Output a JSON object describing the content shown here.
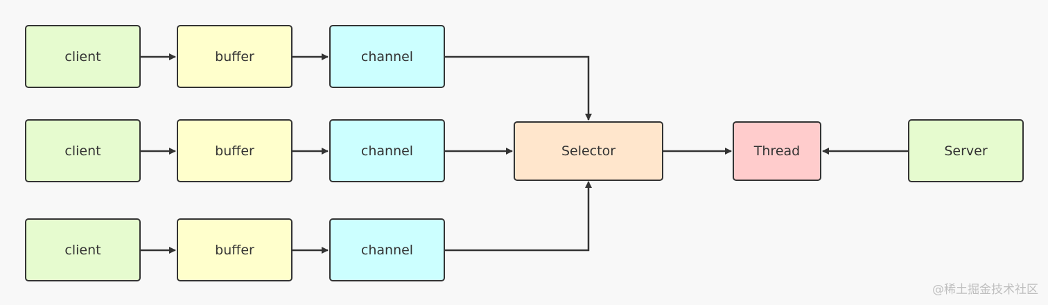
{
  "colors": {
    "client": "#e6fbcf",
    "buffer": "#ffffcc",
    "channel": "#ccffff",
    "selector": "#ffe6cc",
    "thread": "#ffcccc",
    "server": "#e6fbcf",
    "stroke": "#333333"
  },
  "rows": [
    {
      "client": "client",
      "buffer": "buffer",
      "channel": "channel"
    },
    {
      "client": "client",
      "buffer": "buffer",
      "channel": "channel"
    },
    {
      "client": "client",
      "buffer": "buffer",
      "channel": "channel"
    }
  ],
  "selector": "Selector",
  "thread": "Thread",
  "server": "Server",
  "watermark": "@稀土掘金技术社区"
}
